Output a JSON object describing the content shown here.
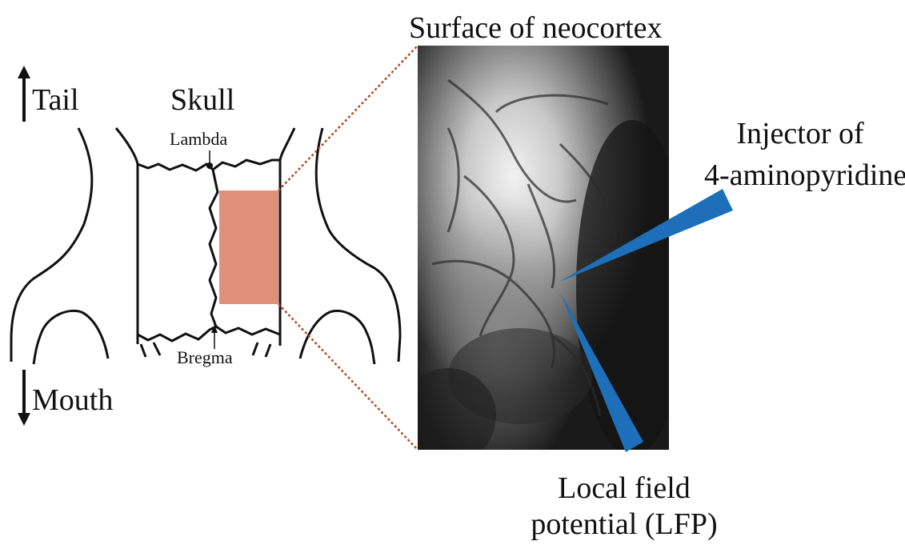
{
  "orientation": {
    "tail_label": "Tail",
    "mouth_label": "Mouth"
  },
  "skull": {
    "title": "Skull",
    "lambda_label": "Lambda",
    "bregma_label": "Bregma",
    "window_color": "#e0907a"
  },
  "cortex": {
    "title": "Surface of neocortex"
  },
  "injector": {
    "line1": "Injector of",
    "line2": "4-aminopyridine",
    "color": "#1c6fb8"
  },
  "lfp": {
    "line1": "Local field",
    "line2": "potential (LFP)",
    "color": "#1c6fb8"
  },
  "zoom_line_color": "#b04a2a"
}
